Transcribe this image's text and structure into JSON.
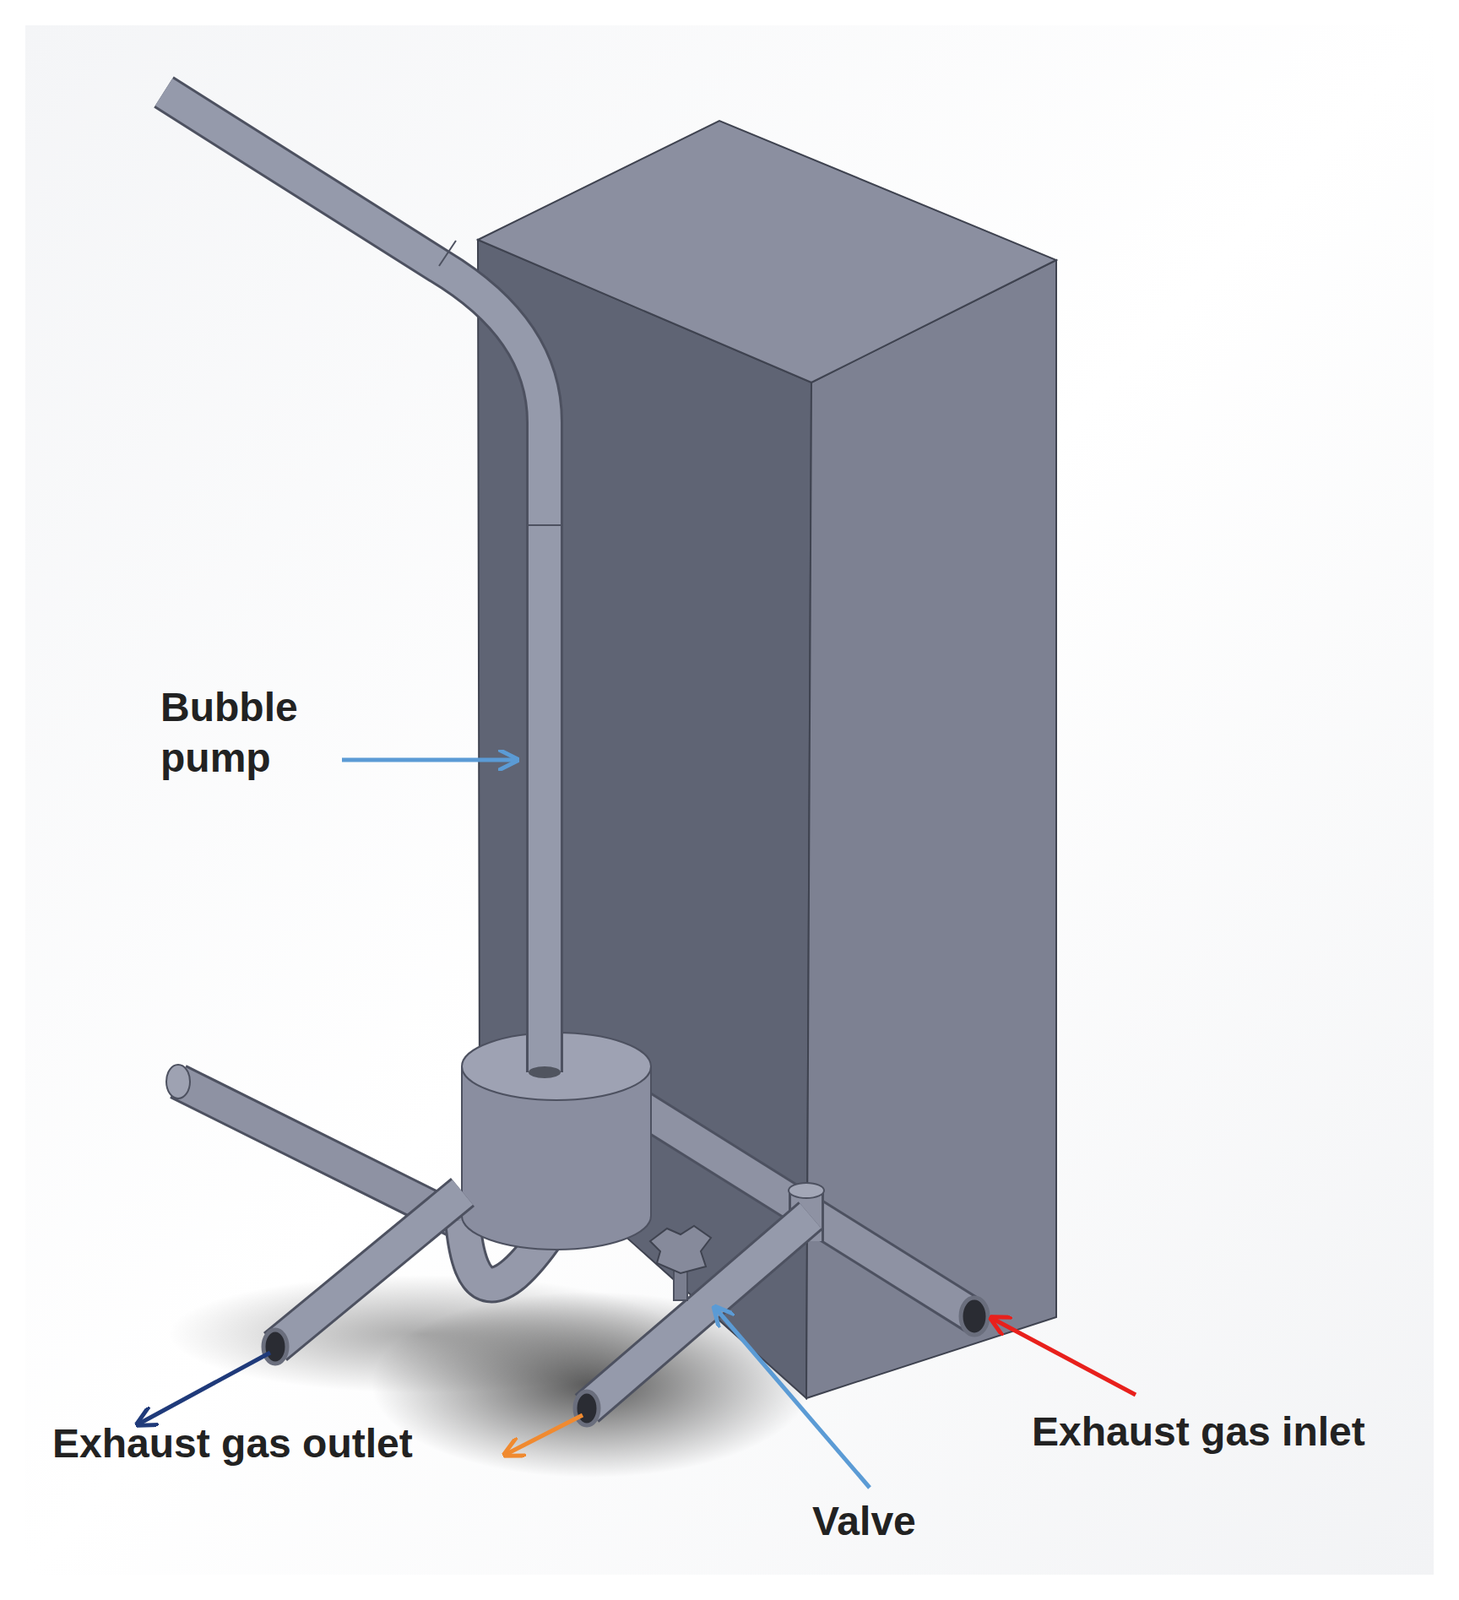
{
  "diagram": {
    "labels": [
      "Bubble pump",
      "Exhaust gas inlet",
      "Exhaust gas outlet",
      "Valve"
    ]
  }
}
